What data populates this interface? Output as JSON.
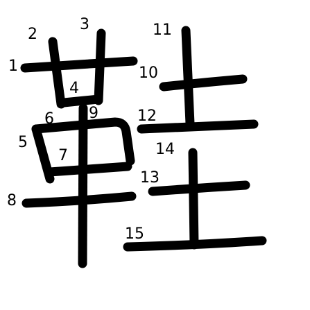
{
  "stroke_numbers": [
    "1",
    "2",
    "3",
    "4",
    "5",
    "6",
    "7",
    "8",
    "9",
    "10",
    "11",
    "12",
    "13",
    "14",
    "15"
  ]
}
